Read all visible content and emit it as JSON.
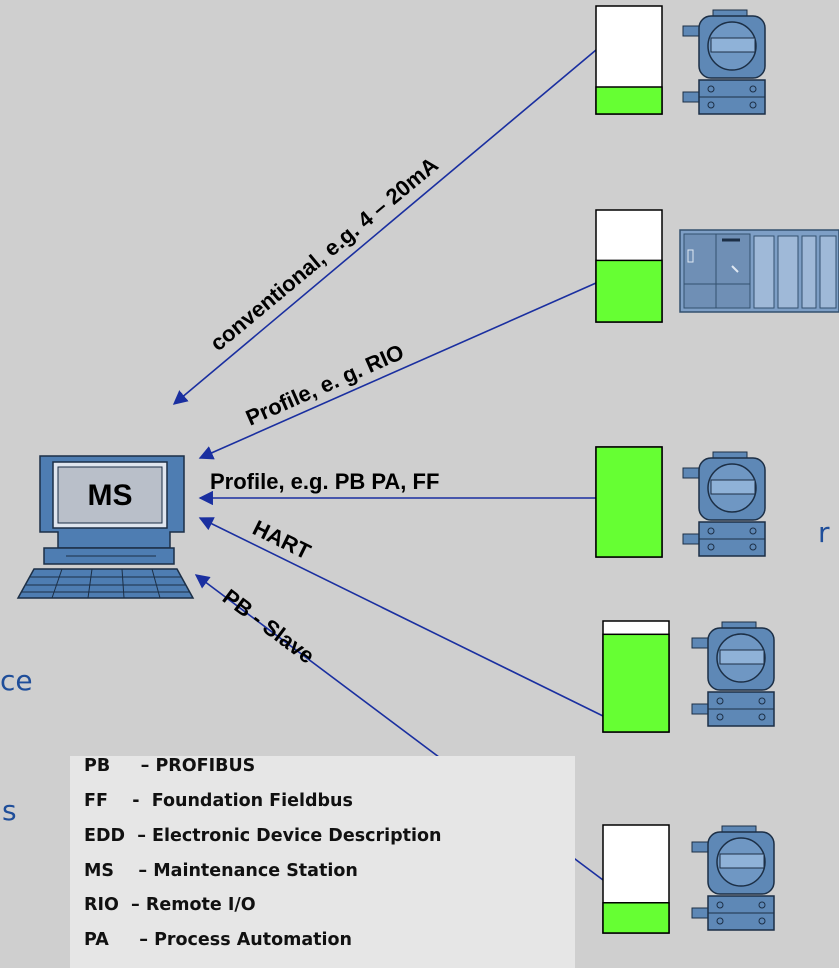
{
  "station": {
    "label": "MS"
  },
  "links": [
    {
      "id": "conventional",
      "label": "conventional, e.g. 4 – 20mA"
    },
    {
      "id": "profile-rio",
      "label": "Profile, e. g. RIO"
    },
    {
      "id": "profile-pb",
      "label": "Profile, e.g. PB  PA, FF"
    },
    {
      "id": "hart",
      "label": "HART"
    },
    {
      "id": "pb-slave",
      "label": "PB - Slave"
    }
  ],
  "level_bars": [
    {
      "device": "field-device-1",
      "level": 0.25
    },
    {
      "device": "plc-rack",
      "level": 0.55
    },
    {
      "device": "field-device-2",
      "level": 1.0
    },
    {
      "device": "field-device-3",
      "level": 0.88
    },
    {
      "device": "field-device-4",
      "level": 0.28
    }
  ],
  "cut_text": [
    "r",
    "ce",
    "s"
  ],
  "legend": [
    "PB     – PROFIBUS",
    "FF    -  Foundation Fieldbus",
    "EDD  – Electronic Device Description",
    "MS    – Maintenance Station",
    "RIO  – Remote I/O",
    "PA     – Process Automation"
  ],
  "colors": {
    "link": "#1a2fa0",
    "bar_fill": "#66ff33",
    "device": "#5e88b6",
    "text_blue": "#1f4e9a"
  }
}
